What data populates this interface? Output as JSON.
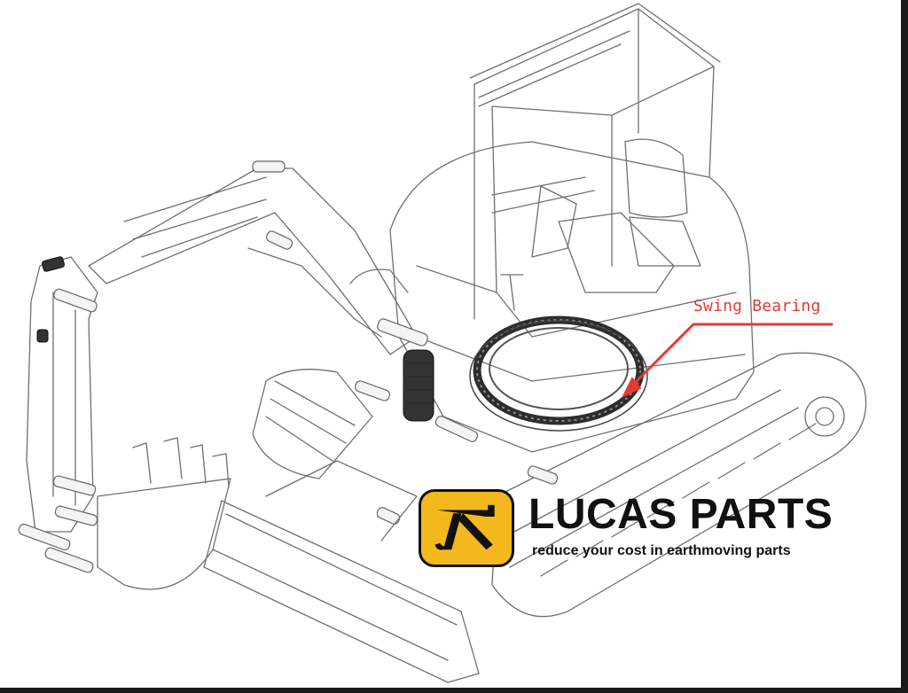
{
  "callout": {
    "label": "Swing Bearing",
    "color": "#e53935"
  },
  "brand": {
    "name": "LUCAS PARTS",
    "tagline": "reduce your cost in earthmoving parts",
    "logo_color": "#f2b81d",
    "logo_icon": "axe-mark-icon"
  },
  "illustration": {
    "subject": "excavator-line-drawing",
    "highlighted_part": "swing-bearing-ring"
  }
}
